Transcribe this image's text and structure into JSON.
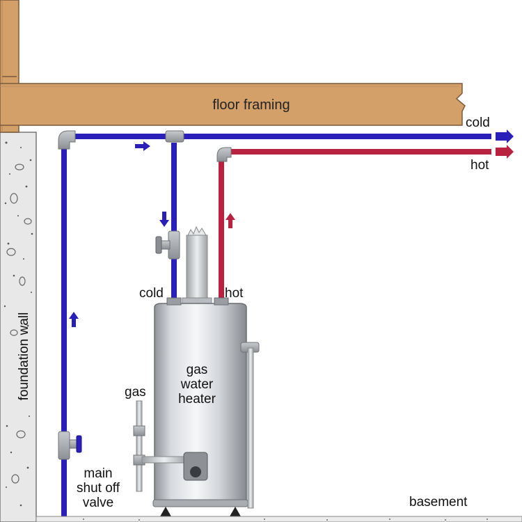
{
  "labels": {
    "floor_framing": "floor framing",
    "cold_supply": "cold",
    "hot_supply": "hot",
    "cold_inlet": "cold",
    "hot_outlet": "hot",
    "gas": "gas",
    "heater_lines": [
      "gas",
      "water",
      "heater"
    ],
    "shutoff_lines": [
      "main",
      "shut off",
      "valve"
    ],
    "foundation_wall": "foundation wall",
    "basement": "basement"
  },
  "colors": {
    "cold_pipe": "#2a1fb8",
    "hot_pipe": "#b8213f",
    "wood": "#d4a06a",
    "tank": "#d9dcdf",
    "concrete": "#e6e6e6",
    "fitting": "#9a9a9a"
  }
}
